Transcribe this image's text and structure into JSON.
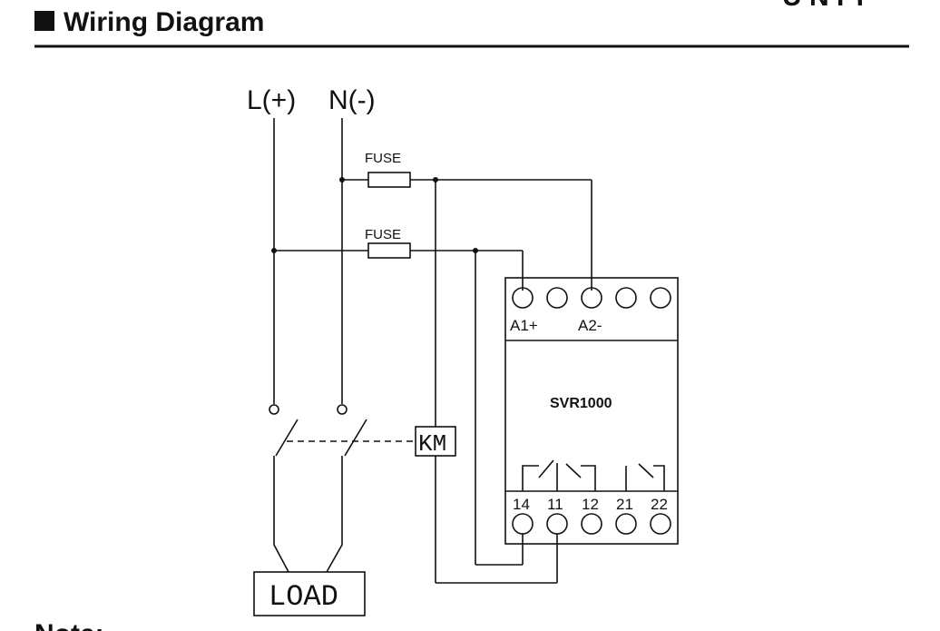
{
  "header": {
    "title": "Wiring Diagram",
    "top_right_fragment": "U N I T"
  },
  "supply": {
    "line_label": "L(+)",
    "neutral_label": "N(-)"
  },
  "fuses": {
    "upper_label": "FUSE",
    "lower_label": "FUSE"
  },
  "contactor": {
    "label": "KM"
  },
  "load": {
    "label": "LOAD"
  },
  "relay": {
    "model": "SVR1000",
    "top_terminals": [
      "A1+",
      "",
      "A2-",
      "",
      ""
    ],
    "bottom_terminals": [
      "14",
      "11",
      "12",
      "21",
      "22"
    ]
  },
  "footer": {
    "note_fragment": "Note:"
  }
}
